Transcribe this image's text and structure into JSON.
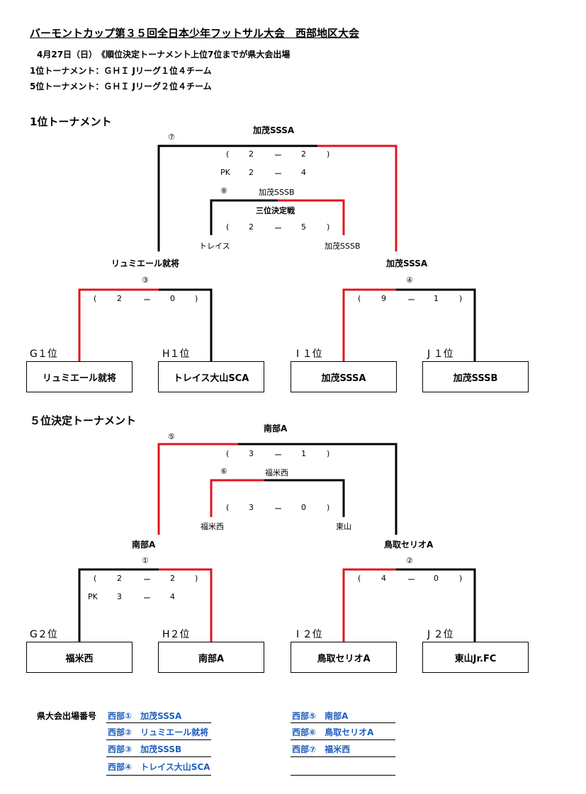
{
  "header": {
    "title": "バーモントカップ第３５回全日本少年フットサル大会　西部地区大会",
    "date_line": "4月27日（日）　《順位決定トーナメン卜上位7位までが県大会出場",
    "line_1st": "1位トーナメント：ＧＨＩ Jリーグ１位４チーム",
    "line_5th": "5位トーナメント：ＧＨＩ Jリーグ２位４チーム"
  },
  "t1": {
    "heading": "1位トーナメント",
    "final_winner": "加茂SSSA",
    "final_no": "⑦",
    "final_score": [
      "(",
      "2",
      "ー",
      "2",
      ")"
    ],
    "final_pk": [
      "PK",
      "2",
      "ー",
      "4"
    ],
    "third_no": "⑧",
    "third_winner": "加茂SSSB",
    "third_label": "三位決定戦",
    "third_score": [
      "(",
      "2",
      "ー",
      "5",
      ")"
    ],
    "third_left": "トレイス",
    "third_right": "加茂SSSB",
    "semi_left_winner": "リュミエール就将",
    "semi_right_winner": "加茂SSSA",
    "m3_no": "③",
    "m3_score": [
      "(",
      "2",
      "ー",
      "0",
      ")"
    ],
    "m4_no": "④",
    "m4_score": [
      "(",
      "9",
      "ー",
      "1",
      ")"
    ],
    "seeds": [
      "G１位",
      "H１位",
      "I １位",
      "J １位"
    ],
    "teams": [
      "リュミエール就将",
      "トレイス大山SCA",
      "加茂SSSA",
      "加茂SSSB"
    ]
  },
  "t5": {
    "heading": "５位決定トーナメント",
    "final_winner": "南部A",
    "final_no": "⑤",
    "final_score": [
      "(",
      "3",
      "ー",
      "1",
      ")"
    ],
    "third_no": "⑥",
    "third_winner": "福米西",
    "third_score": [
      "(",
      "3",
      "ー",
      "0",
      ")"
    ],
    "third_left": "福米西",
    "third_right": "東山",
    "semi_left_winner": "南部A",
    "semi_right_winner": "鳥取セリオA",
    "m1_no": "①",
    "m1_score": [
      "(",
      "2",
      "ー",
      "2",
      ")"
    ],
    "m1_pk": [
      "PK",
      "3",
      "ー",
      "4"
    ],
    "m2_no": "②",
    "m2_score": [
      "(",
      "4",
      "ー",
      "0",
      ")"
    ],
    "seeds": [
      "G２位",
      "H２位",
      "I ２位",
      "J ２位"
    ],
    "teams": [
      "福米西",
      "南部A",
      "鳥取セリオA",
      "東山Jr.FC"
    ]
  },
  "qualifiers": {
    "label": "県大会出場番号",
    "left": [
      "西部①　加茂SSSA",
      "西部②　リュミエール就将",
      "西部③　加茂SSSB",
      "西部④　トレイス大山SCA"
    ],
    "right": [
      "西部⑤　南部A",
      "西部⑥　鳥取セリオA",
      "西部⑦　福米西",
      ""
    ]
  },
  "colors": {
    "winner_line": "#e0141e",
    "line": "#000000",
    "qualifier_text": "#1f5fbf"
  }
}
